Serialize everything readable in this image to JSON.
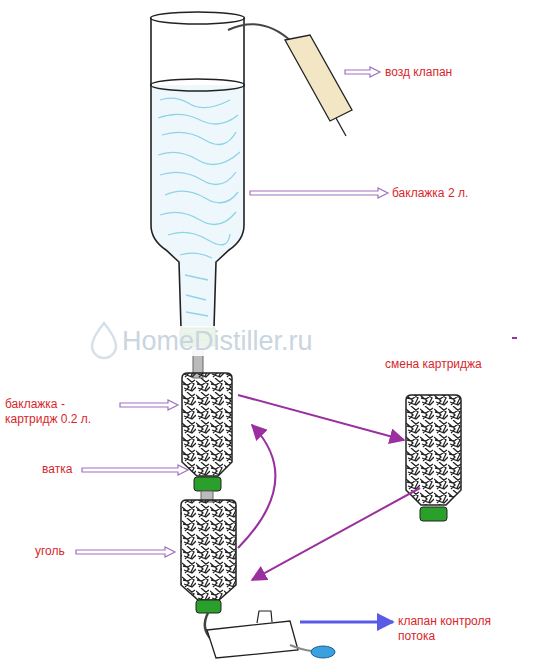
{
  "diagram": {
    "labels": [
      "возд клапан",
      "баклажка 2 л.",
      "HomeDistiller.ru",
      "смена картриджа",
      "баклажка - картридж 0.2 л.",
      "ватка",
      "уголь",
      "клапан контроля потока"
    ]
  }
}
